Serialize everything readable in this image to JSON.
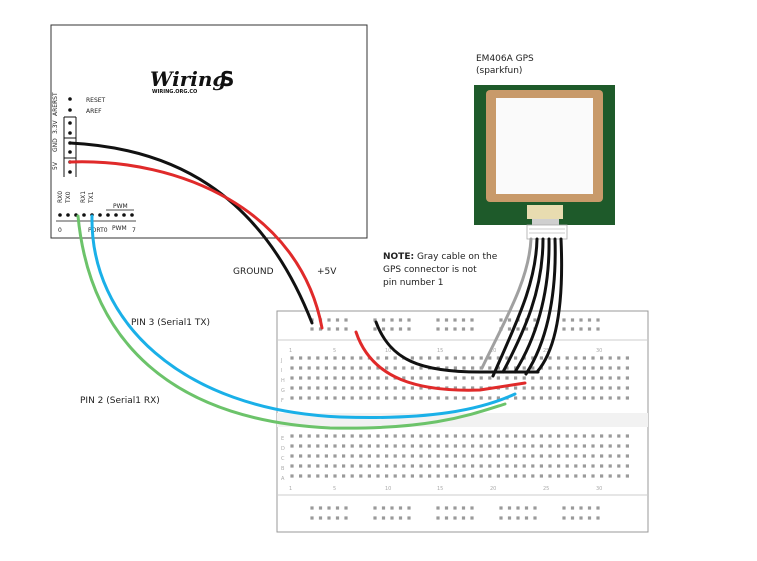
{
  "board": {
    "logo_word": "Wiring",
    "logo_letter": "S",
    "logo_sub": "WIRING.ORG.CO",
    "pins_left": [
      "RST",
      "AREF",
      "3.3V",
      "GND",
      "5V"
    ],
    "pins_left_labels": [
      "RESET",
      "AREF"
    ],
    "serial_labels": [
      "RX0",
      "TX0",
      "RX1",
      "TX1"
    ],
    "pwm_top": "PWM",
    "pwm_bottom": "PWM",
    "port_label": "PORT0",
    "pin_zero": "0",
    "pin_seven": "7"
  },
  "gps": {
    "title_line1": "EM406A GPS",
    "title_line2": "(sparkfun)"
  },
  "labels": {
    "ground": "GROUND",
    "plus5v": "+5V",
    "pin3": "PIN 3 (Serial1 TX)",
    "pin2": "PIN 2 (Serial1 RX)",
    "note_bold": "NOTE:",
    "note_line1": " Gray cable on the",
    "note_line2": "GPS connector is not",
    "note_line3": "pin number 1"
  },
  "breadboard": {
    "row_letters_top": [
      "J",
      "I",
      "H",
      "G",
      "F"
    ],
    "row_letters_bottom": [
      "E",
      "D",
      "C",
      "B",
      "A"
    ],
    "column_numbers": [
      "1",
      "5",
      "10",
      "15",
      "20",
      "25",
      "30"
    ]
  },
  "colors": {
    "wire_black": "#111111",
    "wire_red": "#e02a2a",
    "wire_blue": "#1ab0e8",
    "wire_green": "#6cc36a",
    "wire_gray": "#a0a0a0",
    "gps_pcb": "#1e5a2a",
    "gps_frame": "#c89a6a"
  }
}
